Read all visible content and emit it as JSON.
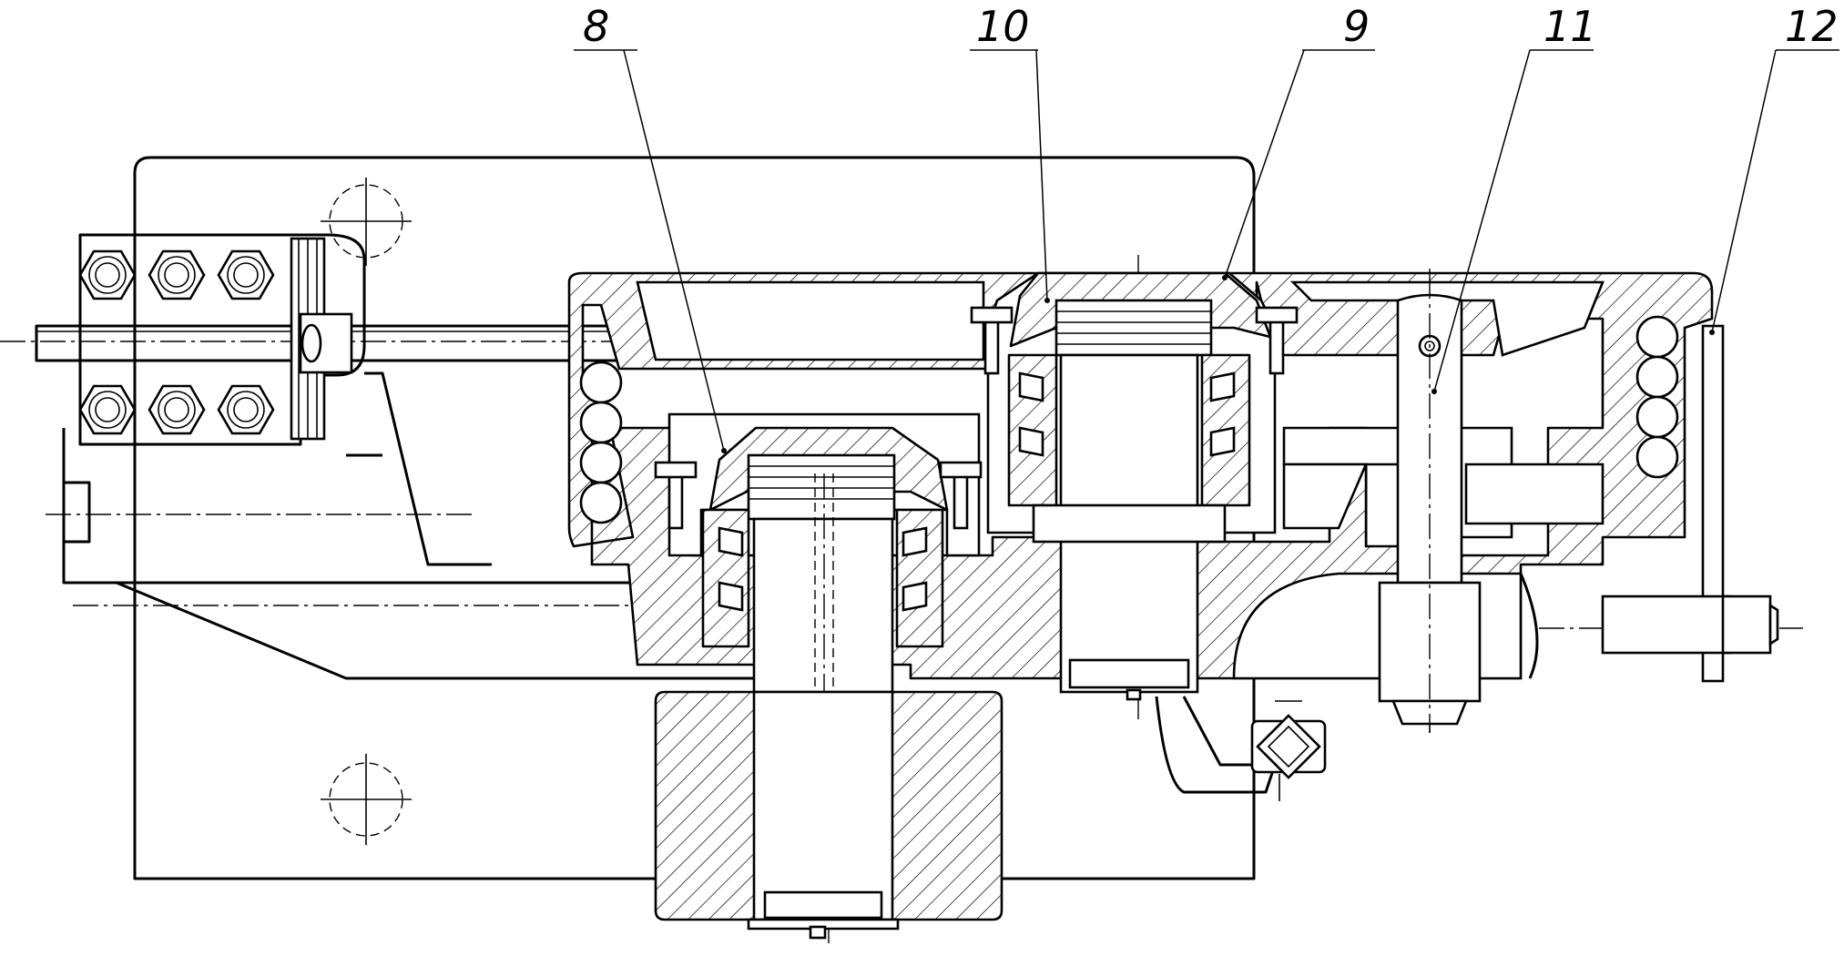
{
  "callouts": [
    {
      "id": "8",
      "label": "8"
    },
    {
      "id": "10",
      "label": "10"
    },
    {
      "id": "9",
      "label": "9"
    },
    {
      "id": "11",
      "label": "11"
    },
    {
      "id": "12",
      "label": "12"
    }
  ]
}
